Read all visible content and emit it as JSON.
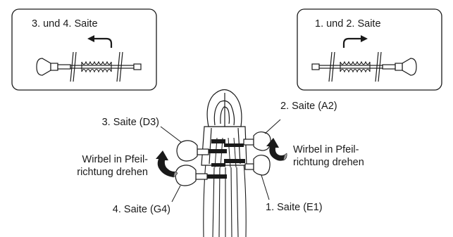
{
  "insets": {
    "left_title": "3. und 4. Saite",
    "right_title": "1. und 2. Saite"
  },
  "pegs": {
    "string2": "2. Saite (A2)",
    "string3": "3. Saite (D3)",
    "string4": "4. Saite (G4)",
    "string1": "1. Saite (E1)"
  },
  "instructions": {
    "left_line1": "Wirbel in Pfeil-",
    "left_line2": "richtung drehen",
    "right_line1": "Wirbel in Pfeil-",
    "right_line2": "richtung drehen"
  },
  "colors": {
    "line": "#1a1a1a",
    "fill_white": "#ffffff",
    "arrow_gray": "#9a9a9a"
  },
  "icons": {
    "rotate_left": "curved-arrow-counterclockwise",
    "rotate_right": "curved-arrow-clockwise",
    "wind_left": "u-turn-arrow-left",
    "wind_right": "u-turn-arrow-right"
  }
}
